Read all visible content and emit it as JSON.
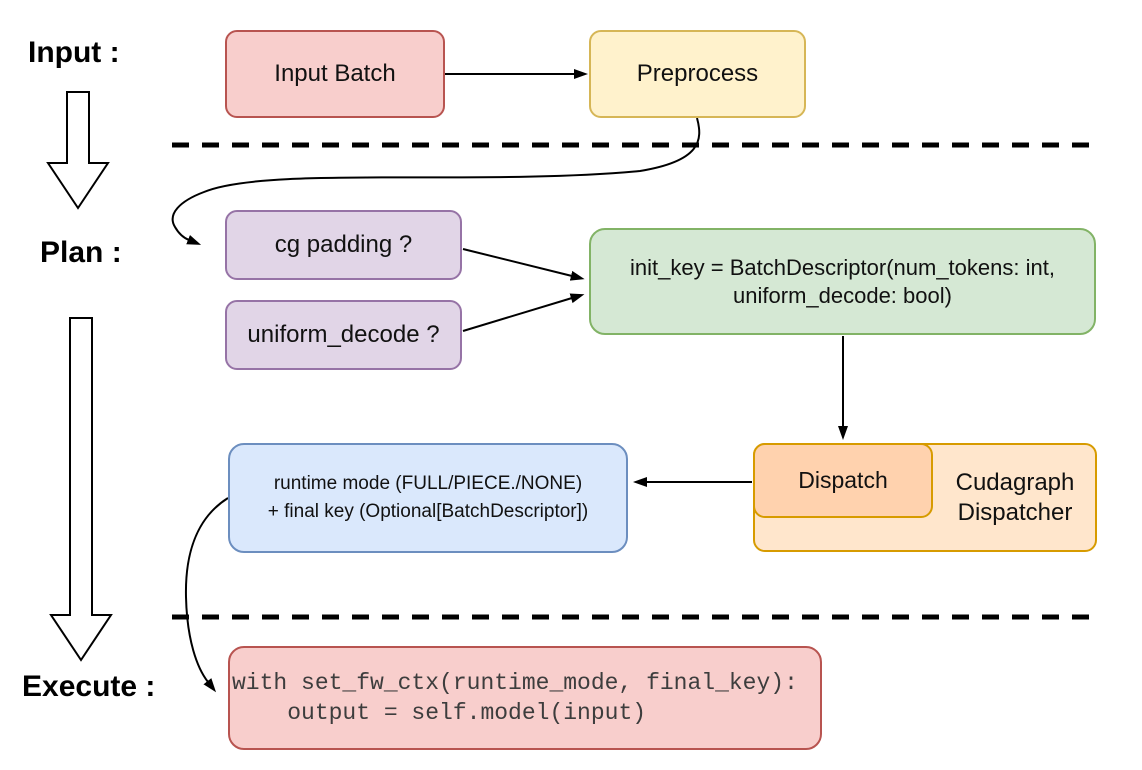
{
  "diagram": {
    "title_hint": "Cudagraph dispatch flow (input / plan / execute)",
    "stages": {
      "input": "Input :",
      "plan": "Plan :",
      "execute": "Execute :"
    },
    "nodes": {
      "input_batch": {
        "label": "Input Batch"
      },
      "preprocess": {
        "label": "Preprocess"
      },
      "cg_padding": {
        "label": "cg padding ?"
      },
      "uniform_decode": {
        "label": "uniform_decode ?"
      },
      "init_key": {
        "line1": "init_key = BatchDescriptor(num_tokens: int,",
        "line2": "uniform_decode: bool)"
      },
      "dispatch": {
        "label": "Dispatch"
      },
      "cudagraph_dispatcher": {
        "line1": "Cudagraph",
        "line2": "Dispatcher"
      },
      "runtime_mode": {
        "line1": "runtime mode (FULL/PIECE./NONE)",
        "line2": "+ final key (Optional[BatchDescriptor])"
      },
      "execute_code": {
        "line1": "with set_fw_ctx(runtime_mode, final_key):",
        "line2": "    output = self.model(input)"
      }
    },
    "colors": {
      "red_fill": "#f8cecc",
      "red_stroke": "#b85450",
      "yellow_fill": "#fff2cc",
      "yellow_stroke": "#d6b656",
      "purple_fill": "#e1d5e7",
      "purple_stroke": "#9673a6",
      "green_fill": "#d5e8d4",
      "green_stroke": "#82b366",
      "orange_fill": "#ffe6cc",
      "orange_deep_fill": "#ffd2ae",
      "orange_stroke": "#d79b00",
      "blue_fill": "#dae8fc",
      "blue_stroke": "#6c8ebf",
      "line_color": "#000000",
      "code_text_color": "#3d3d3d"
    }
  }
}
